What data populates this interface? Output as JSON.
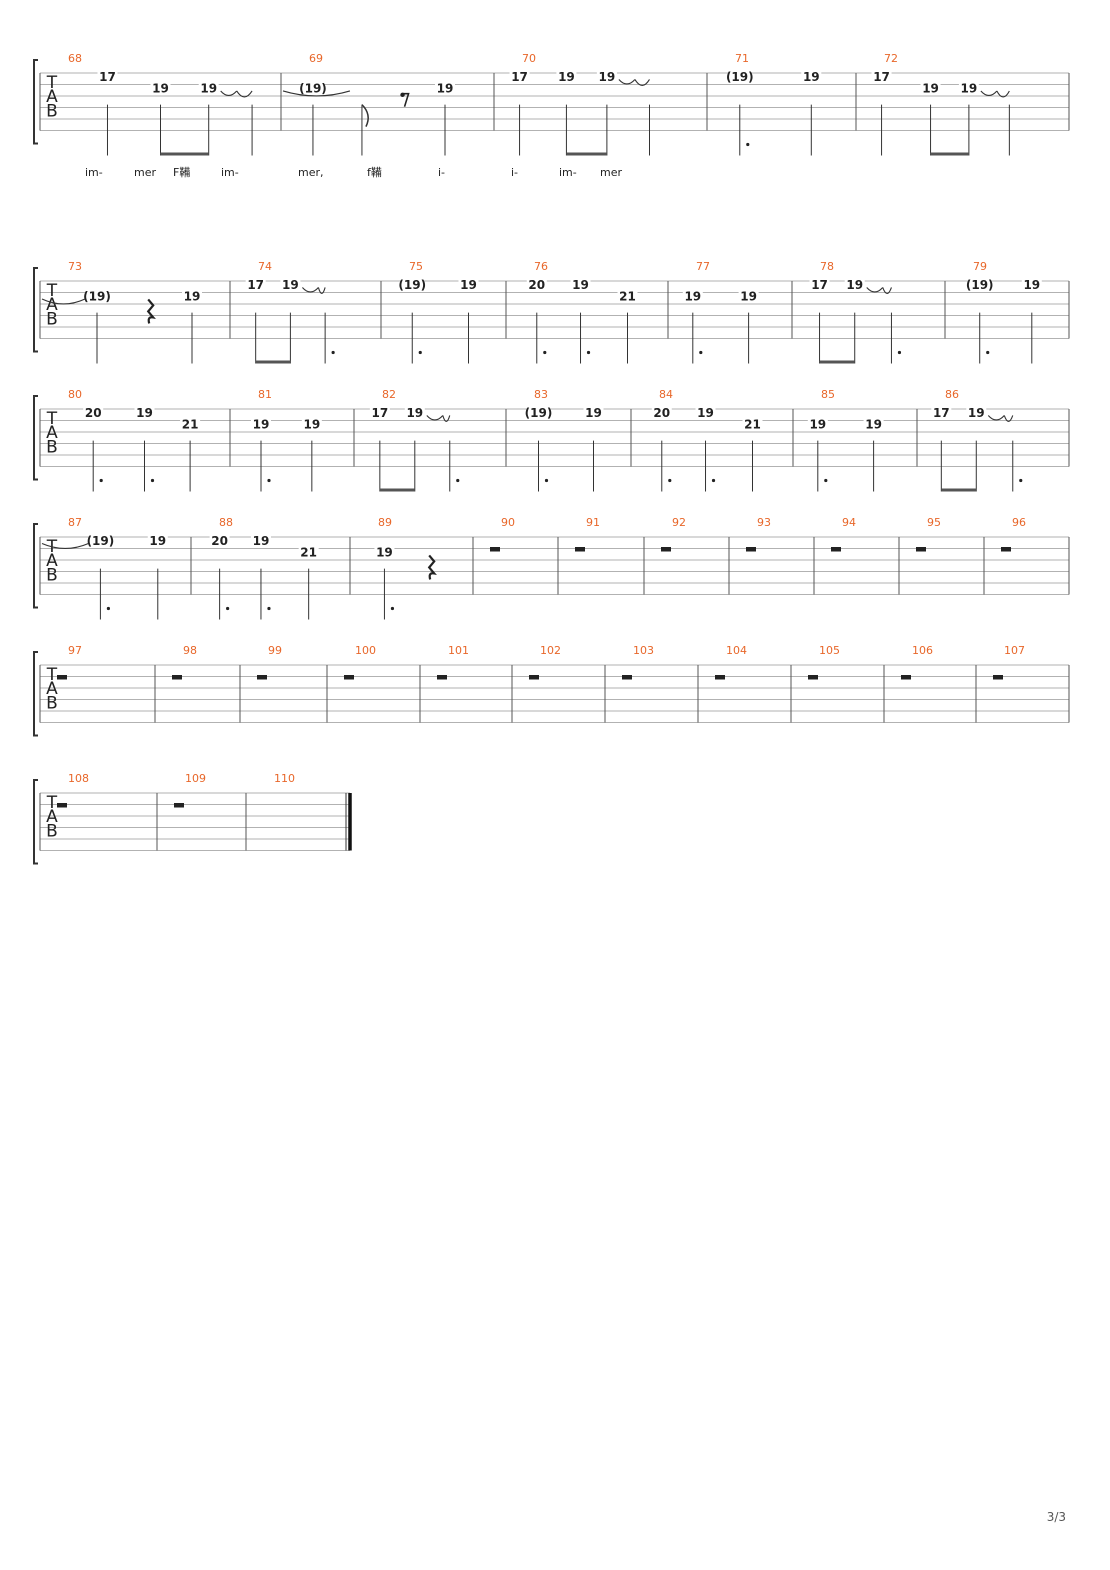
{
  "page_number": "3/3",
  "clef": [
    "T",
    "A",
    "B"
  ],
  "systems": [
    {
      "measures": [
        {
          "number": "68",
          "notes": [
            {
              "fret": "17",
              "line": 1,
              "pos": 0.28,
              "stem": "plain"
            },
            {
              "fret": "19",
              "line": 2,
              "pos": 0.5,
              "stem": "beam-start"
            },
            {
              "fret": "19",
              "line": 2,
              "pos": 0.7,
              "stem": "beam-end",
              "tie": true
            },
            {
              "fret": "",
              "line": 2,
              "pos": 0.88,
              "stem": "plain"
            }
          ]
        },
        {
          "number": "69",
          "notes": [
            {
              "fret": "(19)",
              "line": 2,
              "pos": 0.15,
              "stem": "plain"
            },
            {
              "fret": "",
              "line": 2,
              "pos": 0.38,
              "stem": "flag",
              "tie_into": true
            },
            {
              "rest": "eighth",
              "pos": 0.58
            },
            {
              "fret": "19",
              "line": 2,
              "pos": 0.77,
              "stem": "plain"
            }
          ]
        },
        {
          "number": "70",
          "notes": [
            {
              "fret": "17",
              "line": 1,
              "pos": 0.12,
              "stem": "plain"
            },
            {
              "fret": "19",
              "line": 1,
              "pos": 0.34,
              "stem": "beam-start"
            },
            {
              "fret": "19",
              "line": 1,
              "pos": 0.53,
              "stem": "beam-end",
              "tie": true
            },
            {
              "fret": "",
              "line": 1,
              "pos": 0.73,
              "stem": "plain"
            }
          ]
        },
        {
          "number": "71",
          "notes": [
            {
              "fret": "(19)",
              "line": 1,
              "pos": 0.22,
              "stem": "dot"
            },
            {
              "fret": "19",
              "line": 1,
              "pos": 0.7,
              "stem": "plain"
            }
          ]
        },
        {
          "number": "72",
          "notes": [
            {
              "fret": "17",
              "line": 1,
              "pos": 0.12,
              "stem": "plain"
            },
            {
              "fret": "19",
              "line": 2,
              "pos": 0.35,
              "stem": "beam-start"
            },
            {
              "fret": "19",
              "line": 2,
              "pos": 0.53,
              "stem": "beam-end",
              "tie": true
            },
            {
              "fret": "",
              "line": 2,
              "pos": 0.72,
              "stem": "plain"
            }
          ]
        }
      ],
      "lyrics": [
        "im-",
        "mer",
        "F鞴",
        "im-",
        "mer,",
        "f鞴",
        "i-",
        "i-",
        "im-",
        "mer"
      ]
    },
    {
      "measures": [
        {
          "number": "73",
          "notes": [
            {
              "fret": "(19)",
              "line": 2,
              "pos": 0.3,
              "stem": "plain",
              "tie_into": true
            },
            {
              "rest": "quarter",
              "pos": 0.58
            },
            {
              "fret": "19",
              "line": 2,
              "pos": 0.8,
              "stem": "plain"
            }
          ]
        },
        {
          "number": "74",
          "notes": [
            {
              "fret": "17",
              "line": 1,
              "pos": 0.17,
              "stem": "beam-start"
            },
            {
              "fret": "19",
              "line": 1,
              "pos": 0.4,
              "stem": "beam-end",
              "tie": true
            },
            {
              "fret": "",
              "line": 1,
              "pos": 0.63,
              "stem": "dot"
            }
          ]
        },
        {
          "number": "75",
          "notes": [
            {
              "fret": "(19)",
              "line": 1,
              "pos": 0.25,
              "stem": "dot"
            },
            {
              "fret": "19",
              "line": 1,
              "pos": 0.7,
              "stem": "plain"
            }
          ]
        },
        {
          "number": "76",
          "notes": [
            {
              "fret": "20",
              "line": 1,
              "pos": 0.19,
              "stem": "dot"
            },
            {
              "fret": "19",
              "line": 1,
              "pos": 0.46,
              "stem": "dot"
            },
            {
              "fret": "21",
              "line": 2,
              "pos": 0.75,
              "stem": "plain"
            }
          ]
        },
        {
          "number": "77",
          "notes": [
            {
              "fret": "19",
              "line": 2,
              "pos": 0.2,
              "stem": "dot"
            },
            {
              "fret": "19",
              "line": 2,
              "pos": 0.65,
              "stem": "plain"
            }
          ]
        },
        {
          "number": "78",
          "notes": [
            {
              "fret": "17",
              "line": 1,
              "pos": 0.18,
              "stem": "beam-start"
            },
            {
              "fret": "19",
              "line": 1,
              "pos": 0.41,
              "stem": "beam-end",
              "tie": true
            },
            {
              "fret": "",
              "line": 1,
              "pos": 0.65,
              "stem": "dot"
            }
          ]
        },
        {
          "number": "79",
          "notes": [
            {
              "fret": "(19)",
              "line": 1,
              "pos": 0.28,
              "stem": "dot"
            },
            {
              "fret": "19",
              "line": 1,
              "pos": 0.7,
              "stem": "plain"
            }
          ]
        }
      ],
      "lyrics": []
    },
    {
      "measures": [
        {
          "number": "80",
          "notes": [
            {
              "fret": "20",
              "line": 1,
              "pos": 0.28,
              "stem": "dot"
            },
            {
              "fret": "19",
              "line": 1,
              "pos": 0.55,
              "stem": "dot"
            },
            {
              "fret": "21",
              "line": 2,
              "pos": 0.79,
              "stem": "plain"
            }
          ]
        },
        {
          "number": "81",
          "notes": [
            {
              "fret": "19",
              "line": 2,
              "pos": 0.25,
              "stem": "dot"
            },
            {
              "fret": "19",
              "line": 2,
              "pos": 0.66,
              "stem": "plain"
            }
          ]
        },
        {
          "number": "82",
          "notes": [
            {
              "fret": "17",
              "line": 1,
              "pos": 0.17,
              "stem": "beam-start"
            },
            {
              "fret": "19",
              "line": 1,
              "pos": 0.4,
              "stem": "beam-end",
              "tie": true
            },
            {
              "fret": "",
              "line": 1,
              "pos": 0.63,
              "stem": "dot"
            }
          ]
        },
        {
          "number": "83",
          "notes": [
            {
              "fret": "(19)",
              "line": 1,
              "pos": 0.26,
              "stem": "dot"
            },
            {
              "fret": "19",
              "line": 1,
              "pos": 0.7,
              "stem": "plain"
            }
          ]
        },
        {
          "number": "84",
          "notes": [
            {
              "fret": "20",
              "line": 1,
              "pos": 0.19,
              "stem": "dot"
            },
            {
              "fret": "19",
              "line": 1,
              "pos": 0.46,
              "stem": "dot"
            },
            {
              "fret": "21",
              "line": 2,
              "pos": 0.75,
              "stem": "plain"
            }
          ]
        },
        {
          "number": "85",
          "notes": [
            {
              "fret": "19",
              "line": 2,
              "pos": 0.2,
              "stem": "dot"
            },
            {
              "fret": "19",
              "line": 2,
              "pos": 0.65,
              "stem": "plain"
            }
          ]
        },
        {
          "number": "86",
          "notes": [
            {
              "fret": "17",
              "line": 1,
              "pos": 0.16,
              "stem": "beam-start"
            },
            {
              "fret": "19",
              "line": 1,
              "pos": 0.39,
              "stem": "beam-end",
              "tie": true
            },
            {
              "fret": "",
              "line": 1,
              "pos": 0.63,
              "stem": "dot"
            }
          ]
        }
      ],
      "lyrics": []
    },
    {
      "measures": [
        {
          "number": "87",
          "notes": [
            {
              "fret": "(19)",
              "line": 1,
              "pos": 0.4,
              "stem": "dot",
              "tie_into": true
            },
            {
              "fret": "19",
              "line": 1,
              "pos": 0.78,
              "stem": "plain"
            }
          ]
        },
        {
          "number": "88",
          "notes": [
            {
              "fret": "20",
              "line": 1,
              "pos": 0.18,
              "stem": "dot"
            },
            {
              "fret": "19",
              "line": 1,
              "pos": 0.44,
              "stem": "dot"
            },
            {
              "fret": "21",
              "line": 2,
              "pos": 0.74,
              "stem": "plain"
            }
          ]
        },
        {
          "number": "89",
          "notes": [
            {
              "fret": "19",
              "line": 2,
              "pos": 0.28,
              "stem": "dot"
            },
            {
              "rest": "quarter",
              "pos": 0.66
            }
          ]
        },
        {
          "number": "90",
          "rest": "whole"
        },
        {
          "number": "91",
          "rest": "whole"
        },
        {
          "number": "92",
          "rest": "whole"
        },
        {
          "number": "93",
          "rest": "whole"
        },
        {
          "number": "94",
          "rest": "whole"
        },
        {
          "number": "95",
          "rest": "whole"
        },
        {
          "number": "96",
          "rest": "whole"
        }
      ],
      "lyrics": []
    },
    {
      "measures": [
        {
          "number": "97",
          "rest": "whole"
        },
        {
          "number": "98",
          "rest": "whole"
        },
        {
          "number": "99",
          "rest": "whole"
        },
        {
          "number": "100",
          "rest": "whole"
        },
        {
          "number": "101",
          "rest": "whole"
        },
        {
          "number": "102",
          "rest": "whole"
        },
        {
          "number": "103",
          "rest": "whole"
        },
        {
          "number": "104",
          "rest": "whole"
        },
        {
          "number": "105",
          "rest": "whole"
        },
        {
          "number": "106",
          "rest": "whole"
        },
        {
          "number": "107",
          "rest": "whole"
        }
      ],
      "lyrics": []
    },
    {
      "final_barline": true,
      "measures": [
        {
          "number": "108",
          "rest": "whole"
        },
        {
          "number": "109",
          "rest": "whole"
        },
        {
          "number": "110",
          "rest": "none"
        }
      ],
      "lyrics": []
    }
  ],
  "colors": {
    "measure_number": "#e8672a",
    "staff_line": "#999999",
    "ink": "#222222"
  }
}
